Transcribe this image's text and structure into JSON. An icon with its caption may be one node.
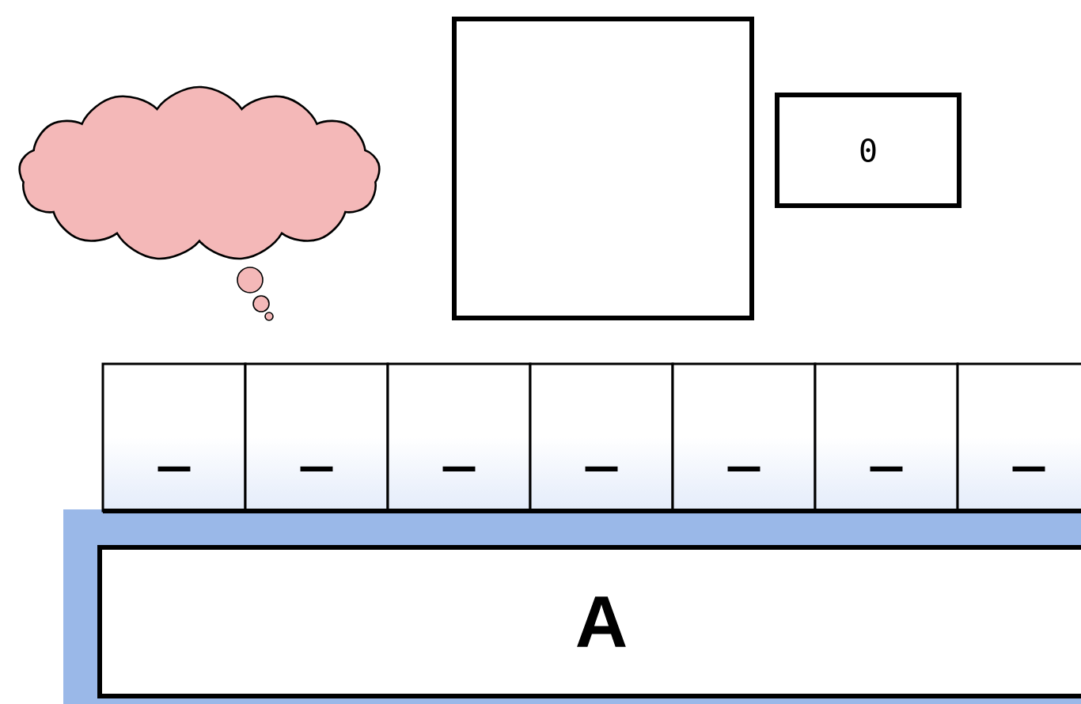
{
  "diagram": {
    "nodes": [
      {
        "text": [],
        "shape": "cloud"
      },
      {
        "text": [],
        "shape": "box"
      },
      {
        "text": [
          "0"
        ]
      },
      {
        "text": [
          "_"
        ]
      },
      {
        "text": [
          "_"
        ]
      },
      {
        "text": [
          "_"
        ]
      },
      {
        "text": [
          "_"
        ]
      },
      {
        "text": [
          "_"
        ]
      },
      {
        "text": [
          "_"
        ]
      },
      {
        "text": [
          "_"
        ]
      },
      {
        "text": [
          "A"
        ]
      }
    ]
  }
}
